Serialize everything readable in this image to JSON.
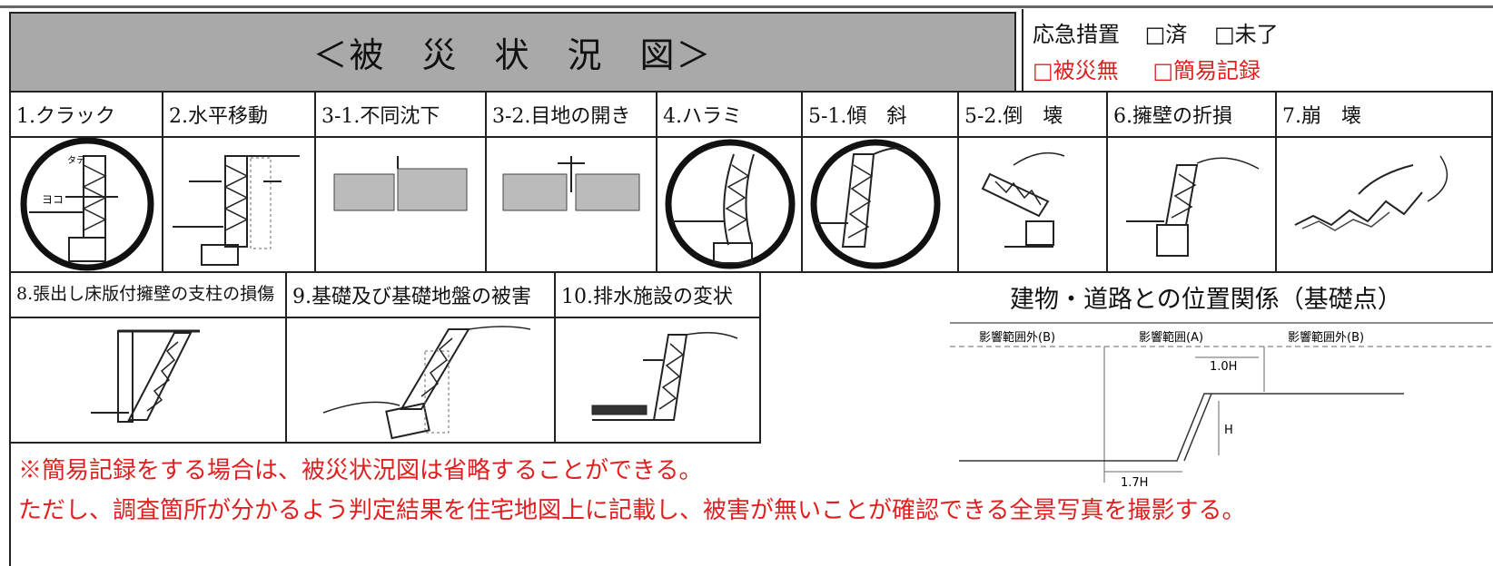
{
  "header": {
    "title": "＜被　災　状　況　図＞"
  },
  "status": {
    "emergency_label": "応急措置",
    "option_done": "□済",
    "option_not_done": "□未了",
    "option_no_damage": "□被災無",
    "option_simple_record": "□簡易記録"
  },
  "damage_types_row1": [
    {
      "label": "1.クラック",
      "circled": true
    },
    {
      "label": "2.水平移動",
      "circled": false
    },
    {
      "label": "3-1.不同沈下",
      "circled": false
    },
    {
      "label": "3-2.目地の開き",
      "circled": false
    },
    {
      "label": "4.ハラミ",
      "circled": true
    },
    {
      "label": "5-1.傾　斜",
      "circled": true
    },
    {
      "label": "5-2.倒　壊",
      "circled": false
    },
    {
      "label": "6.擁壁の折損",
      "circled": false
    },
    {
      "label": "7.崩　壊",
      "circled": false
    }
  ],
  "damage_types_row2": [
    {
      "label": "8.張出し床版付擁壁の支柱の損傷"
    },
    {
      "label": "9.基礎及び基礎地盤の被害"
    },
    {
      "label": "10.排水施設の変状"
    }
  ],
  "sketch_labels": {
    "crack_tate": "タテ",
    "crack_yoko": "ヨコ"
  },
  "position_diagram": {
    "title": "建物・道路との位置関係（基礎点）",
    "zone_outside_left": "影響範囲外(B)",
    "zone_inside": "影響範囲(A)",
    "zone_outside_right": "影響範囲外(B)",
    "dim_top": "1.0H",
    "dim_height": "H",
    "dim_bottom": "1.7H"
  },
  "notes": {
    "line1": "※簡易記録をする場合は、被災状況図は省略することができる。",
    "line2": "ただし、調査箇所が分かるよう判定結果を住宅地図上に記載し、被害が無いことが確認できる全景写真を撮影する。"
  },
  "colors": {
    "title_bar_bg": "#a9a9a9",
    "accent_red": "#e02020",
    "border": "#222222"
  }
}
